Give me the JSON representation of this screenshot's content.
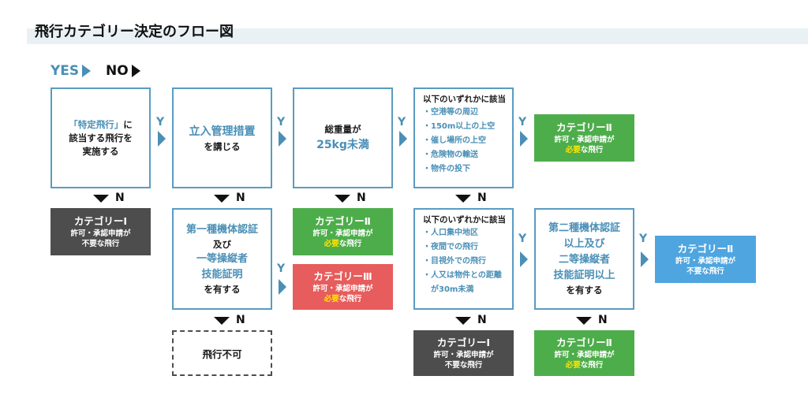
{
  "title": "飛行カテゴリー決定のフロー図",
  "legend": {
    "yes": "YES",
    "no": "NO"
  },
  "labels": {
    "y": "Y",
    "n": "N"
  },
  "colors": {
    "blue_border": "#5a9bc2",
    "blue_text": "#4a8fb6",
    "green": "#4ead4b",
    "gray": "#4d4d4d",
    "red": "#e75c5c",
    "light_blue": "#4fa5df",
    "highlight": "#ffe400"
  },
  "q1": {
    "line1_pre": "「特定飛行」",
    "line1_post": "に",
    "line2": "該当する飛行を",
    "line3": "実施する"
  },
  "q2": {
    "line1": "立入管理措置",
    "line2": "を講じる"
  },
  "q3": {
    "line1": "総重量が",
    "line2": "25kg未満"
  },
  "q4": {
    "header": "以下のいずれかに該当",
    "items": [
      "・空港等の周辺",
      "・150m以上の上空",
      "・催し場所の上空",
      "・危険物の輸送",
      "・物件の投下"
    ]
  },
  "q5": {
    "line1": "第一種機体認証",
    "line2": "及び",
    "line3": "一等操縦者",
    "line4": "技能証明",
    "line5": "を有する"
  },
  "q6": {
    "header": "以下のいずれかに該当",
    "items": [
      "・人口集中地区",
      "・夜間での飛行",
      "・目視外での飛行",
      "・人又は物件との距離",
      "　が30m未満"
    ]
  },
  "q7": {
    "line1": "第二種機体認証",
    "line2": "以上及び",
    "line3": "二等操縦者",
    "line4": "技能証明以上",
    "line5": "を有する"
  },
  "results": {
    "r_top_right": {
      "category": "カテゴリーⅡ",
      "line1": "許可・承認申請が",
      "line2_hl": "必要",
      "line2_rest": "な飛行"
    },
    "r_n1": {
      "category": "カテゴリーⅠ",
      "line1": "許可・承認申請が",
      "line2": "不要な飛行"
    },
    "r_n3": {
      "category": "カテゴリーⅡ",
      "line1": "許可・承認申請が",
      "line2_hl": "必要",
      "line2_rest": "な飛行"
    },
    "r_y5": {
      "category": "カテゴリーⅢ",
      "line1": "許可・承認申請が",
      "line2_hl": "必要",
      "line2_rest": "な飛行"
    },
    "r_y7": {
      "category": "カテゴリーⅡ",
      "line1": "許可・承認申請が",
      "line2": "不要な飛行"
    },
    "r_n6": {
      "category": "カテゴリーⅠ",
      "line1": "許可・承認申請が",
      "line2": "不要な飛行"
    },
    "r_n7": {
      "category": "カテゴリーⅡ",
      "line1": "許可・承認申請が",
      "line2_hl": "必要",
      "line2_rest": "な飛行"
    },
    "no_flight": "飛行不可"
  }
}
